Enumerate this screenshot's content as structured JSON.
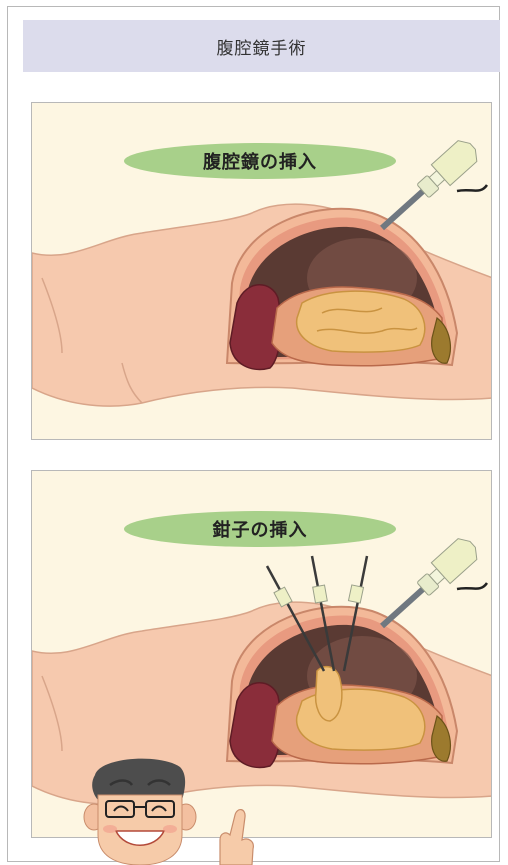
{
  "header": {
    "title": "腹腔鏡手術"
  },
  "panels": [
    {
      "label": "腹腔鏡の挿入"
    },
    {
      "label": "鉗子の挿入"
    }
  ],
  "colors": {
    "background": "#fdf6e2",
    "skin": "#f6c9ae",
    "cavity": "#5a3a33",
    "intestine": "#e6a07b",
    "label_pill": "#a8d08a",
    "title_bar": "#dcdcec"
  }
}
